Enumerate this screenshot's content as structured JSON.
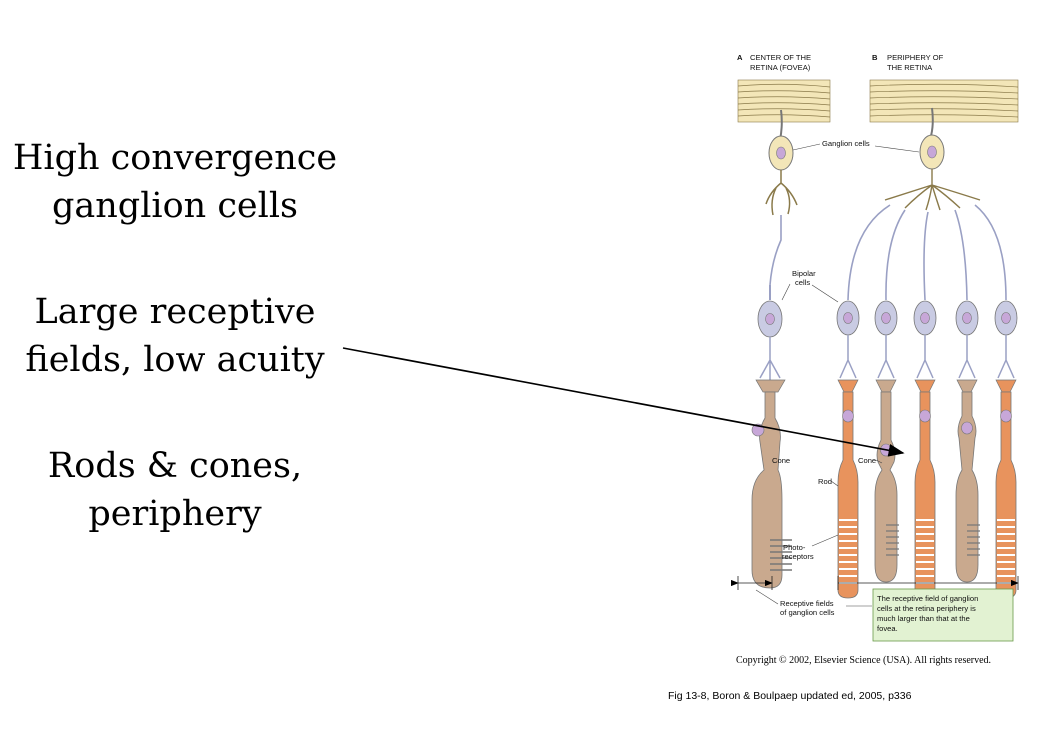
{
  "bullets": [
    {
      "line1": "High convergence",
      "line2": "ganglion cells"
    },
    {
      "line1": "Large receptive",
      "line2": "fields, low acuity"
    },
    {
      "line1": "Rods & cones,",
      "line2": "periphery"
    }
  ],
  "figure": {
    "panel_a": {
      "letter": "A",
      "line1": "CENTER OF THE",
      "line2": "RETINA (FOVEA)"
    },
    "panel_b": {
      "letter": "B",
      "line1": "PERIPHERY OF",
      "line2": "THE RETINA"
    },
    "labels": {
      "ganglion": "Ganglion cells",
      "bipolar1": "Bipolar",
      "bipolar2": "cells",
      "cone_a": "Cone",
      "cone_b": "Cone",
      "rod": "Rod",
      "photo1": "Photo-",
      "photo2": "receptors",
      "rf1": "Receptive fields",
      "rf2": "of ganglion cells"
    },
    "note": [
      "The receptive field of ganglion",
      "cells at the retina periphery is",
      "much larger than that at the",
      "fovea."
    ],
    "colors": {
      "ganglion": "#f3e6b8",
      "bipolar": "#c9cbe3",
      "cone": "#c9a98e",
      "rod": "#e8935d",
      "nucleus": "#c7a7d8",
      "note_bg": "#e2f2d2"
    }
  },
  "copyright": "Copyright © 2002, Elsevier Science (USA).  All rights reserved.",
  "source": "Fig 13-8, Boron & Boulpaep updated ed, 2005, p336"
}
